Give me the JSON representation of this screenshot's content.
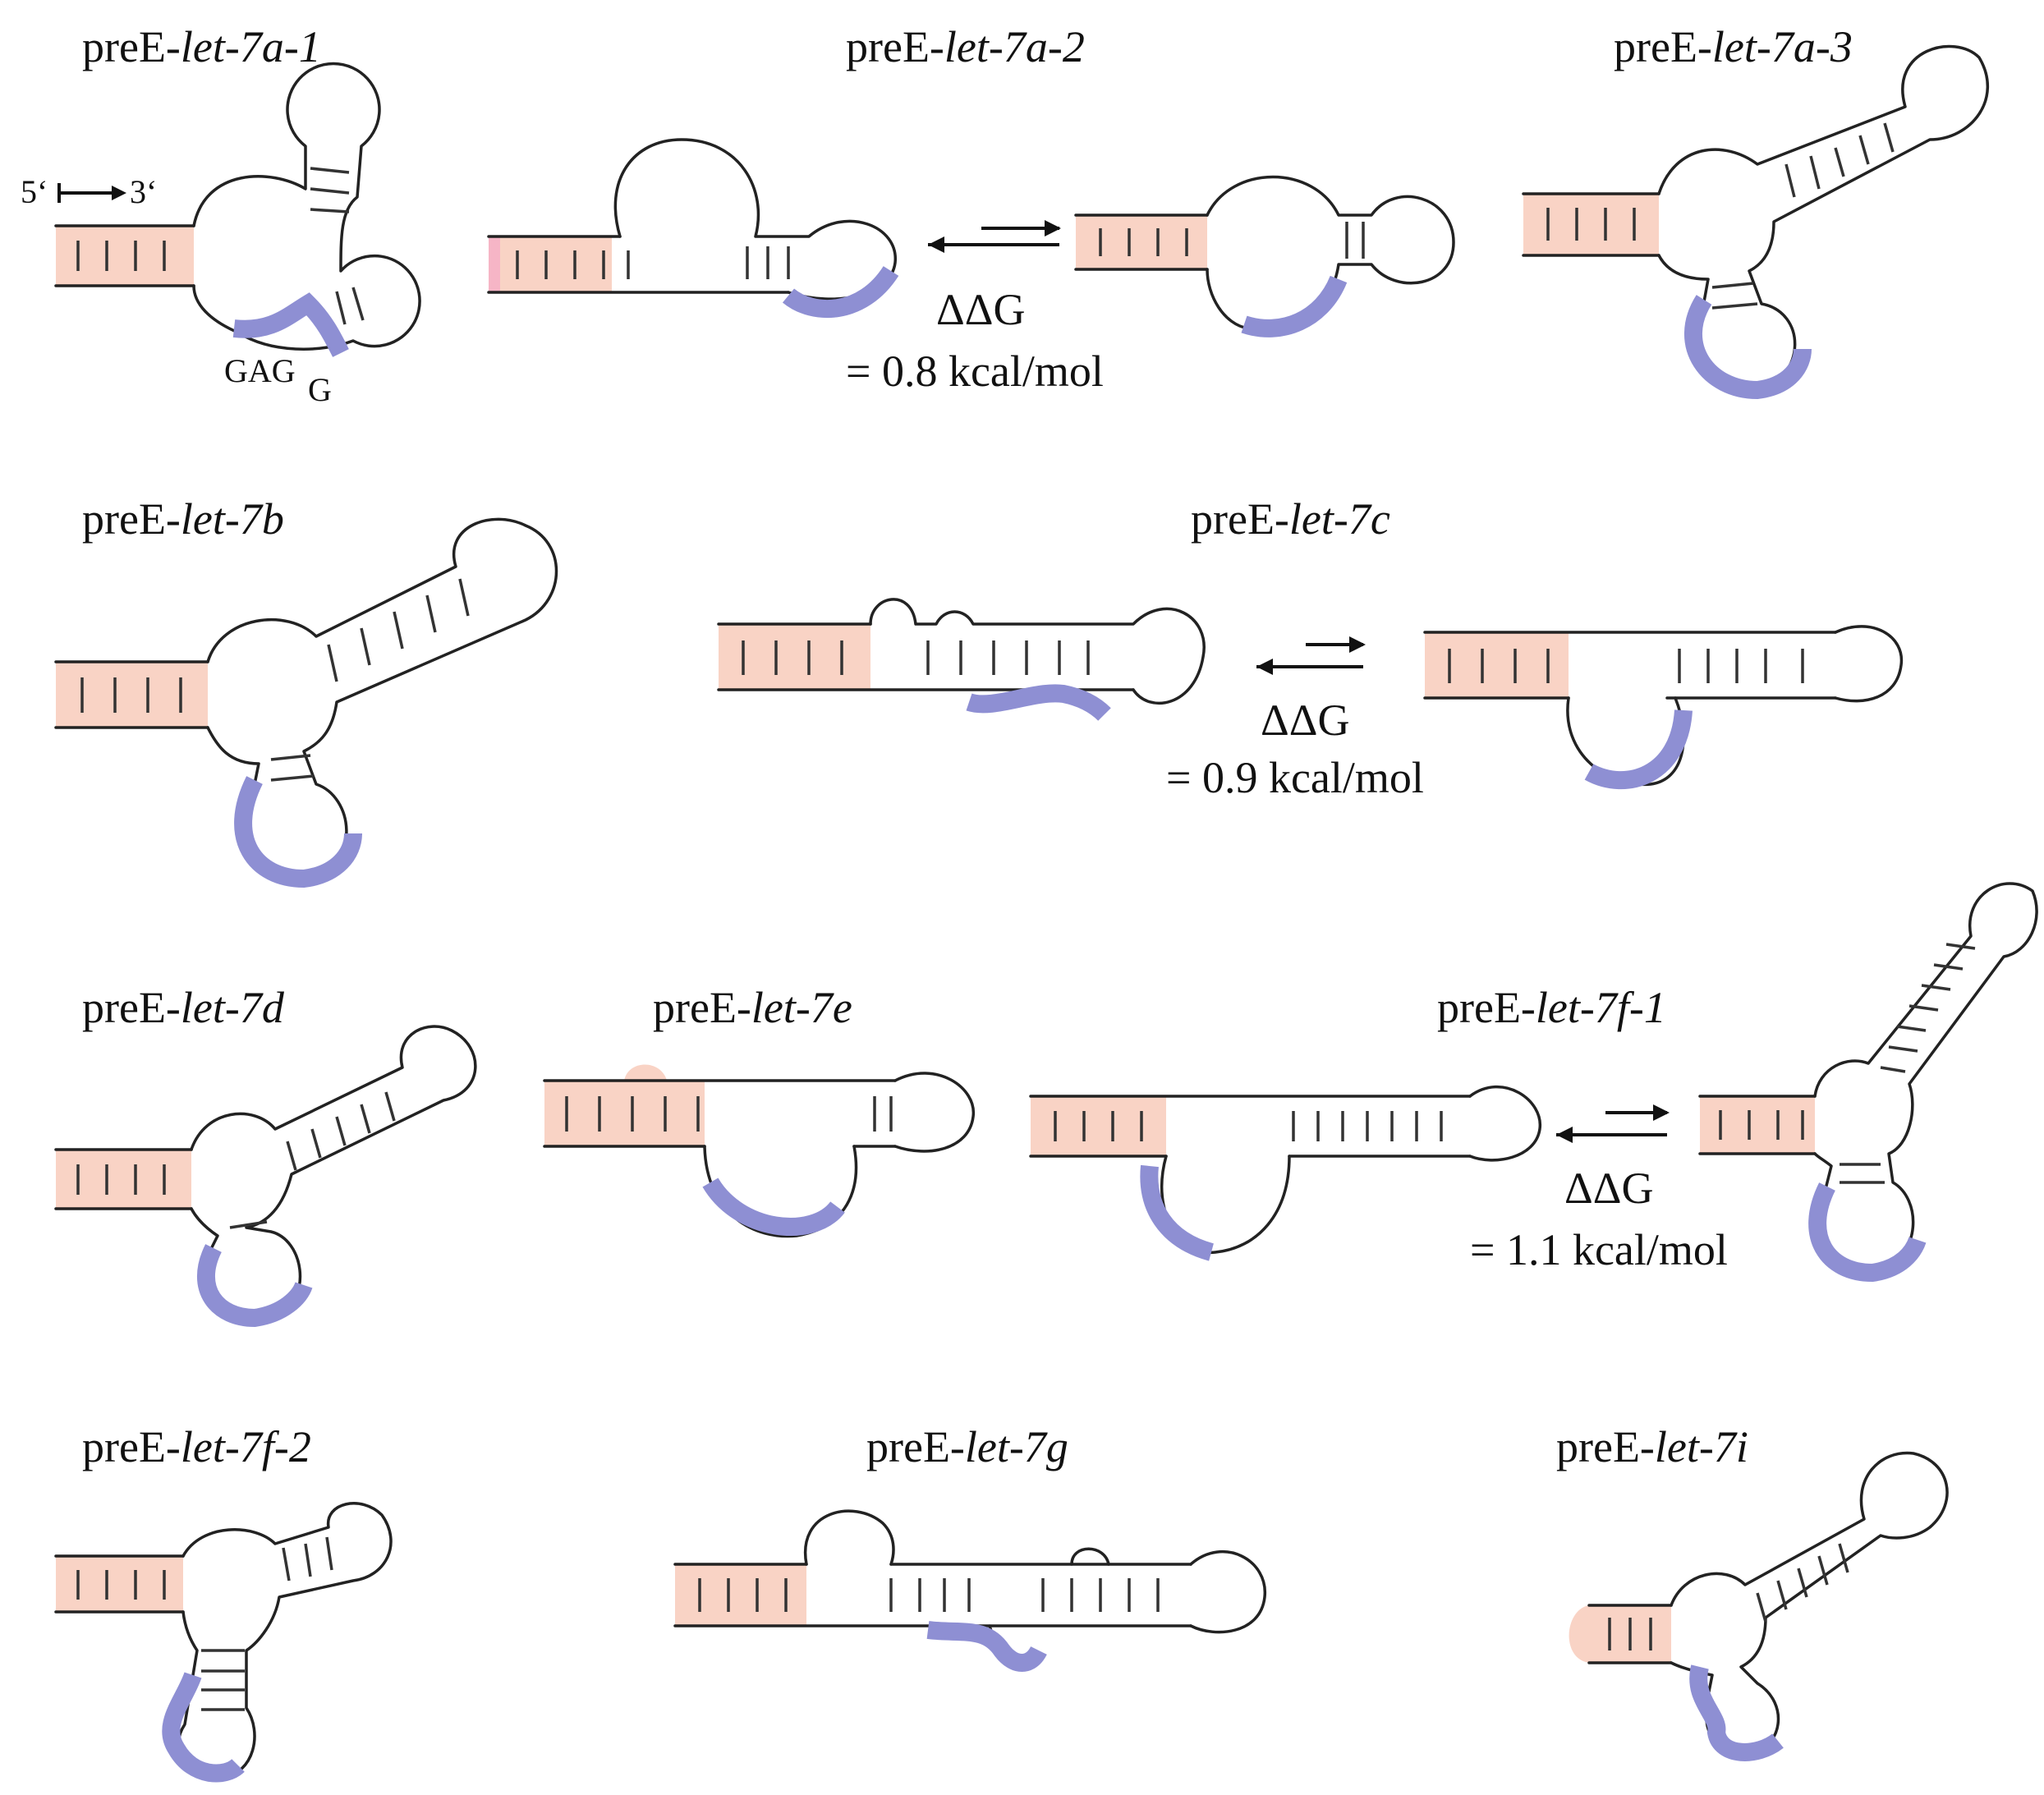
{
  "colors": {
    "stem_highlight": "#f9d3c5",
    "stem_highlight_alt": "#f6b5c6",
    "gag_motif": "#8e8fd3",
    "line": "#222222"
  },
  "structures": [
    {
      "id": "7a-1",
      "prefix": "preE-",
      "name": "let-7a-1"
    },
    {
      "id": "7a-2",
      "prefix": "preE-",
      "name": "let-7a-2"
    },
    {
      "id": "7a-3",
      "prefix": "preE-",
      "name": "let-7a-3"
    },
    {
      "id": "7b",
      "prefix": "preE-",
      "name": "let-7b"
    },
    {
      "id": "7c",
      "prefix": "preE-",
      "name": "let-7c"
    },
    {
      "id": "7d",
      "prefix": "preE-",
      "name": "let-7d"
    },
    {
      "id": "7e",
      "prefix": "preE-",
      "name": "let-7e"
    },
    {
      "id": "7f-1",
      "prefix": "preE-",
      "name": "let-7f-1"
    },
    {
      "id": "7f-2",
      "prefix": "preE-",
      "name": "let-7f-2"
    },
    {
      "id": "7g",
      "prefix": "preE-",
      "name": "let-7g"
    },
    {
      "id": "7i",
      "prefix": "preE-",
      "name": "let-7i"
    }
  ],
  "orientation": {
    "five_prime": "5‘",
    "three_prime": "3‘"
  },
  "motif_label": {
    "main": "GAG",
    "sub": "G"
  },
  "equilibria": [
    {
      "id": "7a-2",
      "ddg_label": "ΔΔG",
      "value": "= 0.8 kcal/mol"
    },
    {
      "id": "7c",
      "ddg_label": "ΔΔG",
      "value": "= 0.9 kcal/mol"
    },
    {
      "id": "7f-1",
      "ddg_label": "ΔΔG",
      "value": "= 1.1 kcal/mol"
    }
  ]
}
